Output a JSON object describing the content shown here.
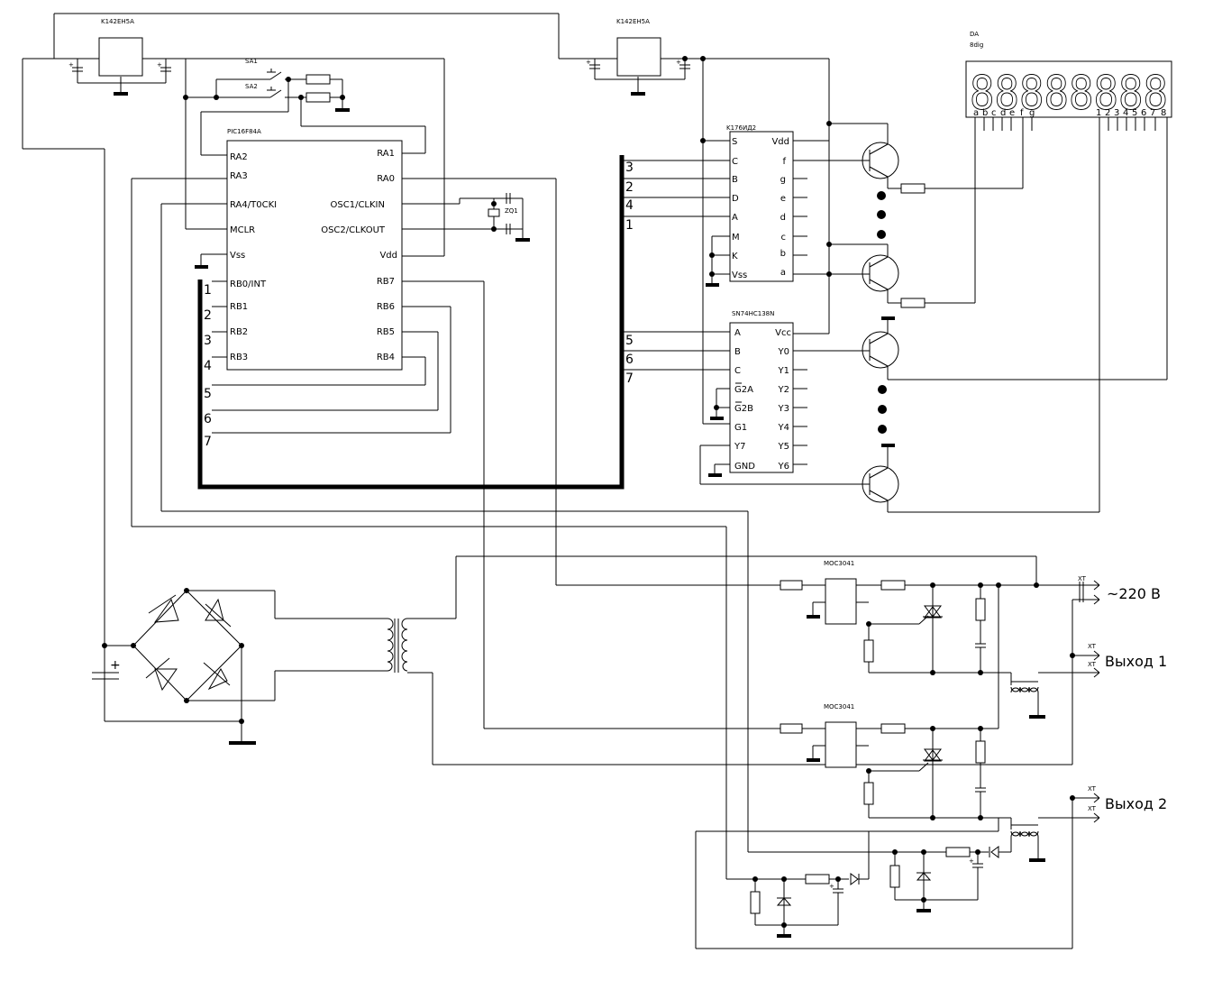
{
  "labels": {
    "reg1": "K142EH5A",
    "reg2": "K142EH5A",
    "sa1": "SA1",
    "sa2": "SA2",
    "mcu": "PIC16F84A",
    "zq": "ZQ1",
    "dec1": "K176ИД2",
    "dec2": "SN74HC138N",
    "da": "DA",
    "da_sub": "8dig",
    "moc1": "MOC3041",
    "moc2": "MOC3041",
    "xt1": "XT",
    "xt2": "XT",
    "xt3": "XT",
    "xt4": "XT",
    "xt5": "XT",
    "mains": "~220 В",
    "out1": "Выход 1",
    "out2": "Выход 2"
  },
  "display": {
    "digits": "88888888",
    "seg_pins": [
      "a",
      "b",
      "c",
      "d",
      "e",
      "f",
      "g"
    ],
    "digit_pins": [
      "1",
      "2",
      "3",
      "4",
      "5",
      "6",
      "7",
      "8"
    ]
  },
  "mcu_pins": {
    "left": [
      "RA2",
      "RA3",
      "RA4/T0CKI",
      "MCLR",
      "Vss",
      "RB0/INT",
      "RB1",
      "RB2",
      "RB3"
    ],
    "right": [
      "RA1",
      "RA0",
      "OSC1/CLKIN",
      "OSC2/CLKOUT",
      "Vdd",
      "RB7",
      "RB6",
      "RB5",
      "RB4"
    ]
  },
  "dec1_pins": {
    "left": [
      "S",
      "C",
      "B",
      "D",
      "A",
      "M",
      "K",
      "Vss"
    ],
    "right": [
      "Vdd",
      "f",
      "g",
      "e",
      "d",
      "c",
      "b",
      "a"
    ]
  },
  "dec2_pins": {
    "left": [
      "A",
      "B",
      "C",
      "G2A",
      "G2B",
      "G1",
      "Y7",
      "GND"
    ],
    "right": [
      "Vcc",
      "Y0",
      "Y1",
      "Y2",
      "Y3",
      "Y4",
      "Y5",
      "Y6"
    ]
  },
  "bus_numbers": {
    "left": [
      "1",
      "2",
      "3",
      "4",
      "5",
      "6",
      "7"
    ],
    "right": [
      "3",
      "2",
      "4",
      "1",
      "5",
      "6",
      "7"
    ]
  }
}
